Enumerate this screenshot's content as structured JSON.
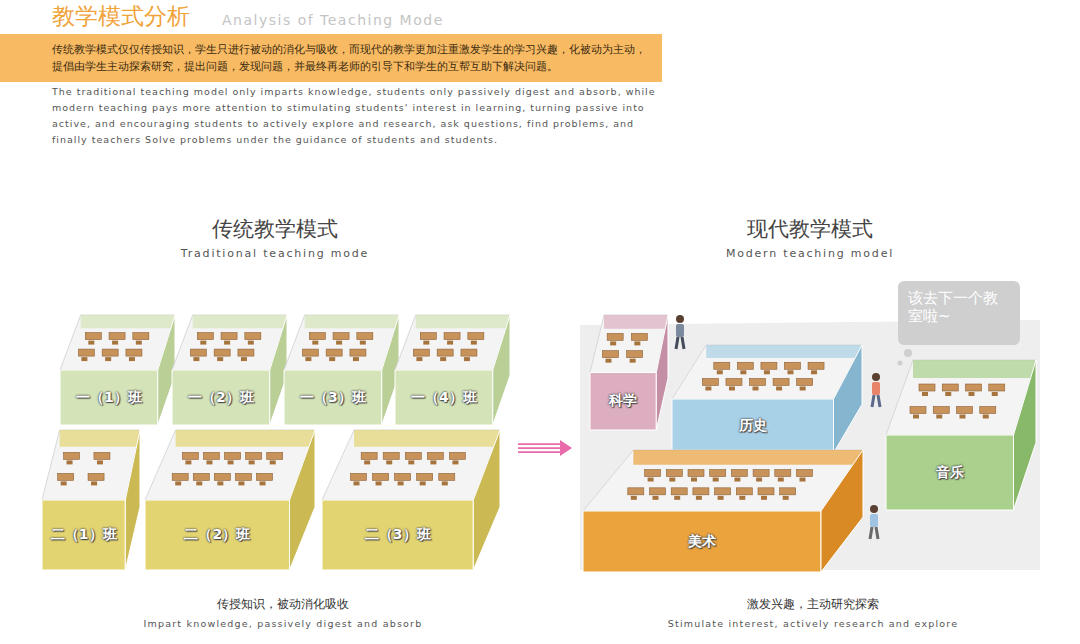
{
  "diagram": {
    "title": "教学模式分析",
    "nodes": [
      {
        "text": [
          "传统教学模式仅仅传授知识，学生只进行被动的消化与吸收，而现代的教学更加注重激发学生的学习兴趣，化被动为主动，提倡由学生主动探索研究，提出问题，发现问题，并最终再老师的引导下和学生的互帮互助下解决问题。"
        ]
      },
      {
        "text": [
          "传统教学模式",
          "Traditional teaching mode"
        ]
      },
      {
        "text": [
          "一（1）班"
        ],
        "in": 1
      },
      {
        "text": [
          "一（2）班"
        ],
        "in": 1
      },
      {
        "text": [
          "一（3）班"
        ],
        "in": 1
      },
      {
        "text": [
          "一（4）班"
        ],
        "in": 1
      },
      {
        "text": [
          "二（1）班"
        ],
        "in": 1
      },
      {
        "text": [
          "二（2）班"
        ],
        "in": 1
      },
      {
        "text": [
          "二（3）班"
        ],
        "in": 1
      },
      {
        "text": [
          "现代教学模式",
          "Modern teaching model"
        ]
      },
      {
        "text": [
          "科学"
        ],
        "in": 9
      },
      {
        "text": [
          "历史"
        ],
        "in": 9
      },
      {
        "text": [
          "音乐"
        ],
        "in": 9
      },
      {
        "text": [
          "美术"
        ],
        "in": 9
      },
      {
        "text": [
          "该去下一个教室啦~"
        ],
        "in": 9
      }
    ],
    "edges": [
      {
        "from": 1,
        "to": 9,
        "arrow": "to"
      }
    ],
    "labels": [
      "Analysis of Teaching Mode",
      "The traditional teaching model only imparts knowledge, students only passively digest and absorb, while modern teaching pays more attention to stimulating students' interest in learning, turning passive into active, and encouraging students to actively explore and research, ask questions, find problems, and finally teachers Solve problems under the guidance of students and students.",
      "传授知识，被动消化吸收",
      "Impart knowledge, passively digest and absorb",
      "激发兴趣，主动研究探索",
      "Stimulate interest, actively research and explore"
    ]
  }
}
